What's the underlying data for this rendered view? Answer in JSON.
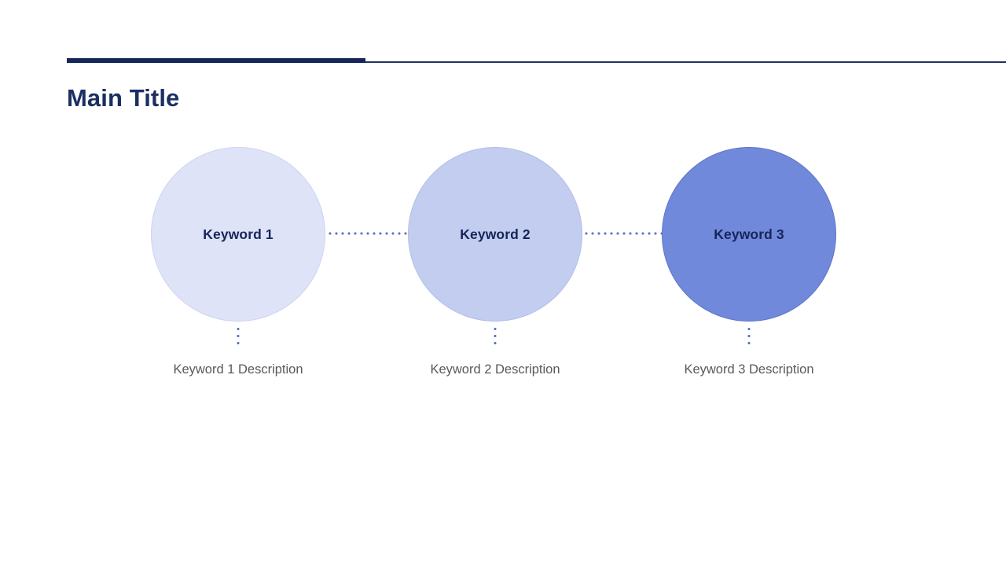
{
  "slide": {
    "title": "Main Title",
    "background_color": "#ffffff",
    "accent_color": "#16255a",
    "rule": {
      "thick_color": "#16255a",
      "thin_color": "#1f3263"
    }
  },
  "diagram": {
    "type": "linear-process",
    "connector_color": "#5b76c6",
    "connector_style": "dotted",
    "nodes": [
      {
        "label": "Keyword 1",
        "description": "Keyword 1 Description",
        "fill_color": "#dfe3f8",
        "border_color": "#cdd4f0",
        "label_color": "#16255a"
      },
      {
        "label": "Keyword 2",
        "description": "Keyword 2 Description",
        "fill_color": "#c2cdef",
        "border_color": "#b2bfe8",
        "label_color": "#16255a"
      },
      {
        "label": "Keyword 3",
        "description": "Keyword 3 Description",
        "fill_color": "#7189db",
        "border_color": "#6076c9",
        "label_color": "#16255a"
      }
    ],
    "description_color": "#58595b"
  }
}
